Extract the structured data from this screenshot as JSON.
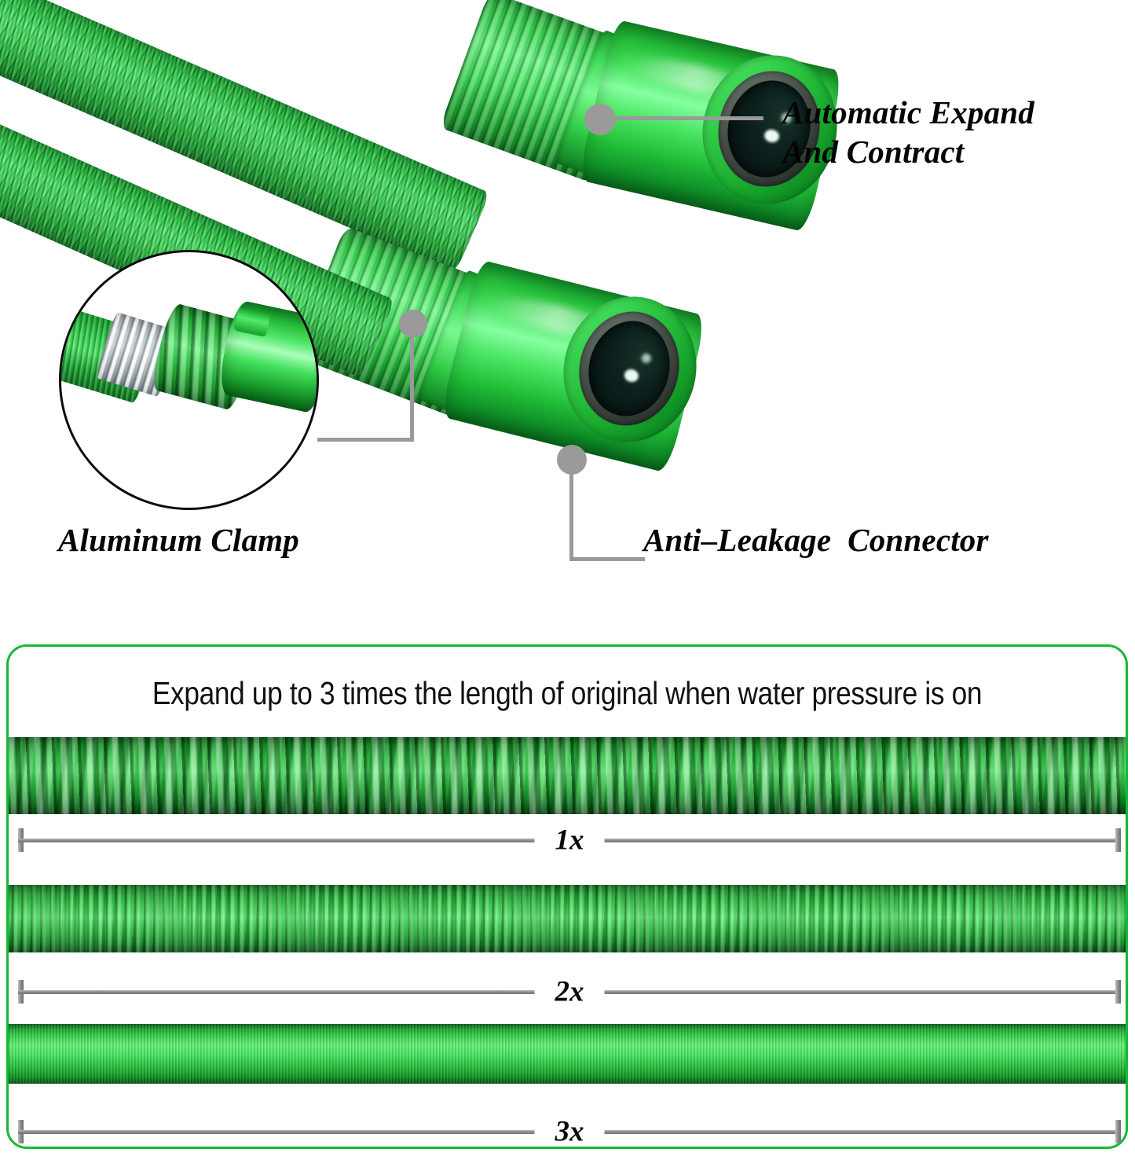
{
  "photo": {
    "callouts": [
      {
        "id": "automatic-expand",
        "label": "Automatic Expand\nAnd Contract",
        "dot_color": "#9a9a9a"
      },
      {
        "id": "aluminum-clamp",
        "label": "Aluminum Clamp",
        "dot_color": "#9a9a9a"
      },
      {
        "id": "anti-leakage-connector",
        "label": "Anti–Leakage  Connector",
        "dot_color": "#9a9a9a"
      }
    ],
    "inset": {
      "name": "aluminum-clamp-magnified-detail"
    },
    "hose_color": "#2fce44"
  },
  "expand_panel": {
    "border_color": "#16b836",
    "heading": "Expand up to 3 times the length of original when water pressure is on",
    "stages": [
      {
        "id": "stage-1x",
        "multiplier": "1x",
        "state": "contracted"
      },
      {
        "id": "stage-2x",
        "multiplier": "2x",
        "state": "partially-expanded"
      },
      {
        "id": "stage-3x",
        "multiplier": "3x",
        "state": "fully-expanded"
      }
    ]
  }
}
